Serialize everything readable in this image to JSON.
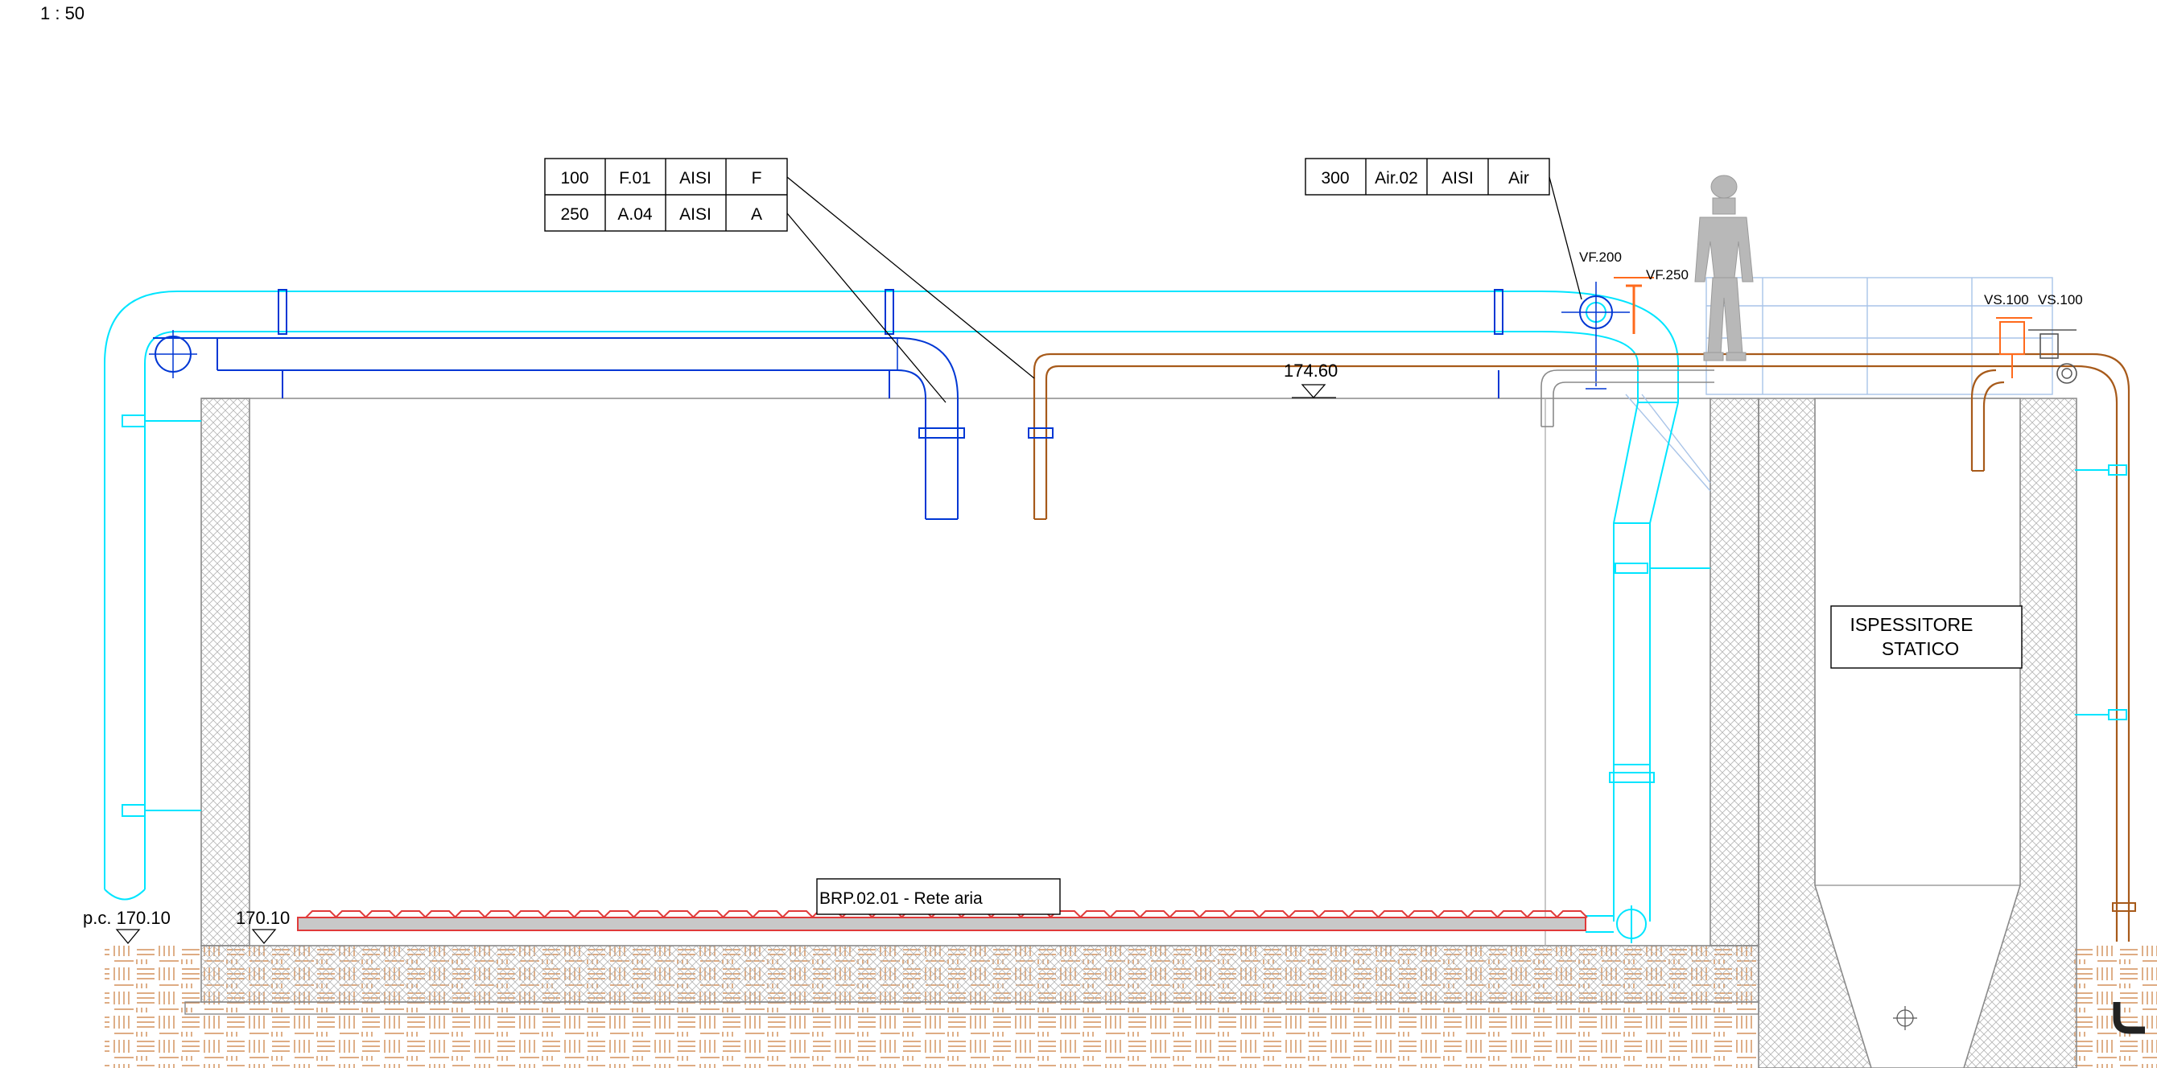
{
  "scale": "1 : 50",
  "tag_table_left": [
    [
      "100",
      "F.01",
      "AISI",
      "F"
    ],
    [
      "250",
      "A.04",
      "AISI",
      "A"
    ]
  ],
  "tag_table_right": [
    [
      "300",
      "Air.02",
      "AISI",
      "Air"
    ]
  ],
  "valves": {
    "vf200": "VF.200",
    "vf250": "VF.250",
    "vs100_a": "VS.100",
    "vs100_b": "VS.100"
  },
  "levels": {
    "top": "174.60",
    "ground": "p.c. 170.10",
    "bottom": "170.10"
  },
  "aeration_label": "BRP.02.01 - Rete aria",
  "tank_label_line1": "ISPESSITORE",
  "tank_label_line2": "STATICO",
  "colors": {
    "air_pipe": "#00e5ff",
    "sludge_pipe": "#0037d4",
    "water_pipe": "#a75a1a",
    "valve": "#ff6a1c",
    "diffuser": "#e03a3a",
    "concrete": "#8a8a8a",
    "soil": "#c97a3a"
  }
}
